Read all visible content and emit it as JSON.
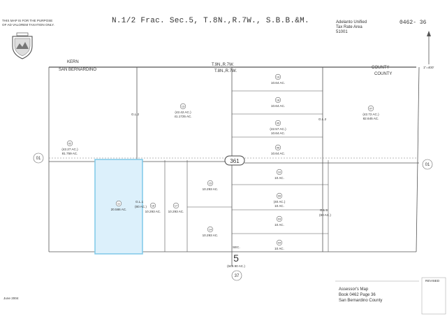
{
  "header": {
    "disclaimer_line1": "THIS MAP IS FOR THE PURPOSE",
    "disclaimer_line2": "OF AD VALOREM TAXATION ONLY.",
    "title": "N.1/2 Frac. Sec.5, T.8N.,R.7W., S.B.B.&M.",
    "tax_area_line1": "Adelanto Unified",
    "tax_area_line2": "Tax Rate Area",
    "tax_area_line3": "51001",
    "book_page": "0462- 36",
    "scale": "1\"=400'"
  },
  "county_labels": {
    "kern": "KERN",
    "san_bernardino": "SAN BERNARDINO",
    "county_top": "COUNTY",
    "county_bottom": "COUNTY",
    "township_top": "T.9N.,R.7W.",
    "township_bottom": "T.8N.,R.7W."
  },
  "sheet_refs": {
    "left": "01",
    "right": "01",
    "bottom": "37"
  },
  "road": {
    "label": "361"
  },
  "section": {
    "label": "SEC.",
    "number": "5",
    "area": "(649.90 AC.)"
  },
  "lot_labels": {
    "g2_left": "G.L.2",
    "g2_right": "G.L.2",
    "g1_left": "G.L.1",
    "g1_left_area": "(80 AC.)",
    "g1_right": "G.L.1",
    "g1_right_area": "(80 AC.)"
  },
  "parcels": [
    {
      "id": "p02",
      "num": "02",
      "area": "81.759 AC.",
      "gross": "(42.27 AC.)"
    },
    {
      "id": "p13",
      "num": "13",
      "area": "41.1725 AC.",
      "gross": "(42.42 AC.)"
    },
    {
      "id": "p19",
      "num": "19",
      "area": "10.64 AC.",
      "gross": ""
    },
    {
      "id": "p18",
      "num": "18",
      "area": "10.64 AC.",
      "gross": ""
    },
    {
      "id": "p05",
      "num": "05",
      "area": "10.64 AC.",
      "gross": "(42.57 AC.)"
    },
    {
      "id": "p06",
      "num": "06",
      "area": "10.64 AC.",
      "gross": ""
    },
    {
      "id": "p07",
      "num": "07",
      "area": "82.645 AC.",
      "gross": "(42.72 AC.)"
    },
    {
      "id": "p11",
      "num": "11",
      "area": "20.586 AC.",
      "gross": ""
    },
    {
      "id": "p16",
      "num": "16",
      "area": "10.293 AC.",
      "gross": ""
    },
    {
      "id": "p17",
      "num": "17",
      "area": "10.293 AC.",
      "gross": ""
    },
    {
      "id": "p15",
      "num": "15",
      "area": "10.293 AC.",
      "gross": ""
    },
    {
      "id": "p14",
      "num": "14",
      "area": "10.293 AC.",
      "gross": ""
    },
    {
      "id": "p10",
      "num": "10",
      "area": "10 AC.",
      "gross": ""
    },
    {
      "id": "p09",
      "num": "09",
      "area": "10 AC.",
      "gross": "(40 AC.)"
    },
    {
      "id": "p03",
      "num": "03",
      "area": "10 AC.",
      "gross": ""
    },
    {
      "id": "p04",
      "num": "04",
      "area": "10 AC.",
      "gross": ""
    }
  ],
  "footer": {
    "date": "June 2004",
    "assessor_line1": "Assessor's Map",
    "assessor_line2": "Book 0462 Page 36",
    "assessor_line3": "San Bernardino County",
    "revised": "REVISED"
  },
  "colors": {
    "highlight_fill": "#dcf0fb",
    "highlight_stroke": "#7fc9e8",
    "line": "#555555"
  }
}
